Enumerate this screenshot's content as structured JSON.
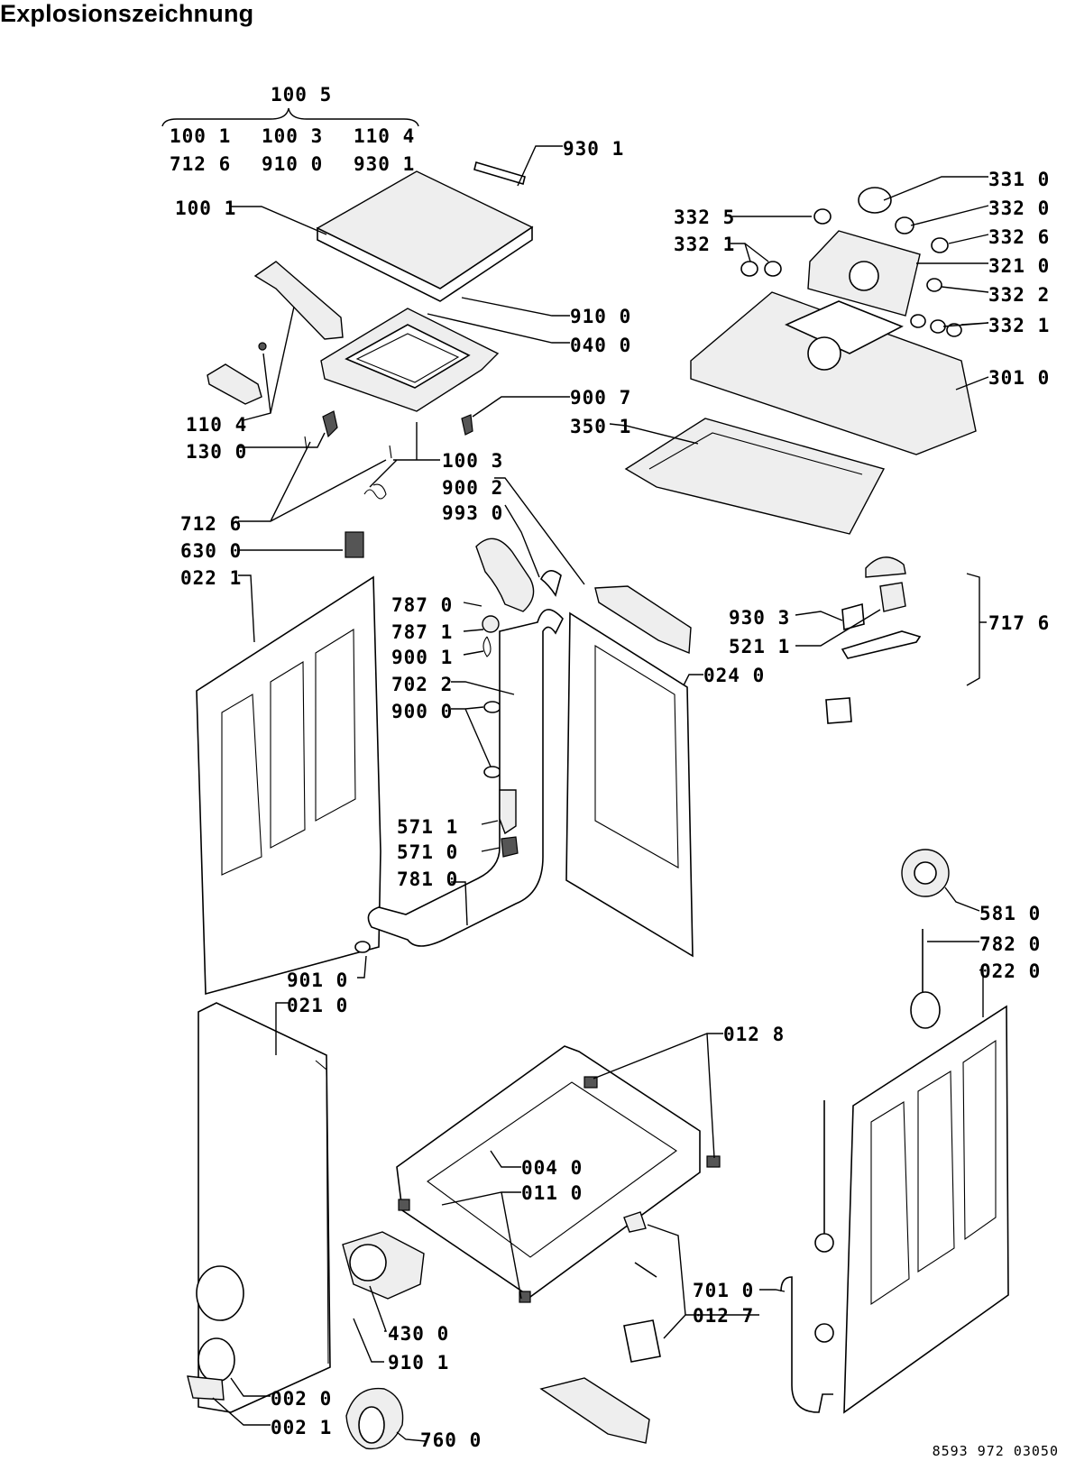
{
  "title": "Explosionszeichnung",
  "drawing_number": "8593 972 03050",
  "group_label": {
    "main": "100 5",
    "row1": [
      "100 1",
      "100 3",
      "110 4"
    ],
    "row2": [
      "712 6",
      "910 0",
      "930 1"
    ]
  },
  "part_labels": [
    "930 1",
    "331 0",
    "332 0",
    "332 5",
    "332 6",
    "332 1",
    "321 0",
    "332 2",
    "332 1",
    "301 0",
    "100 1",
    "910 0",
    "040 0",
    "900 7",
    "350 1",
    "110 4",
    "130 0",
    "100 3",
    "900 2",
    "993 0",
    "712 6",
    "630 0",
    "022 1",
    "787 0",
    "787 1",
    "900 1",
    "702 2",
    "900 0",
    "930 3",
    "521 1",
    "717 6",
    "024 0",
    "571 1",
    "571 0",
    "781 0",
    "581 0",
    "782 0",
    "022 0",
    "901 0",
    "021 0",
    "012 8",
    "004 0",
    "011 0",
    "701 0",
    "012 7",
    "430 0",
    "910 1",
    "002 0",
    "002 1",
    "760 0"
  ]
}
